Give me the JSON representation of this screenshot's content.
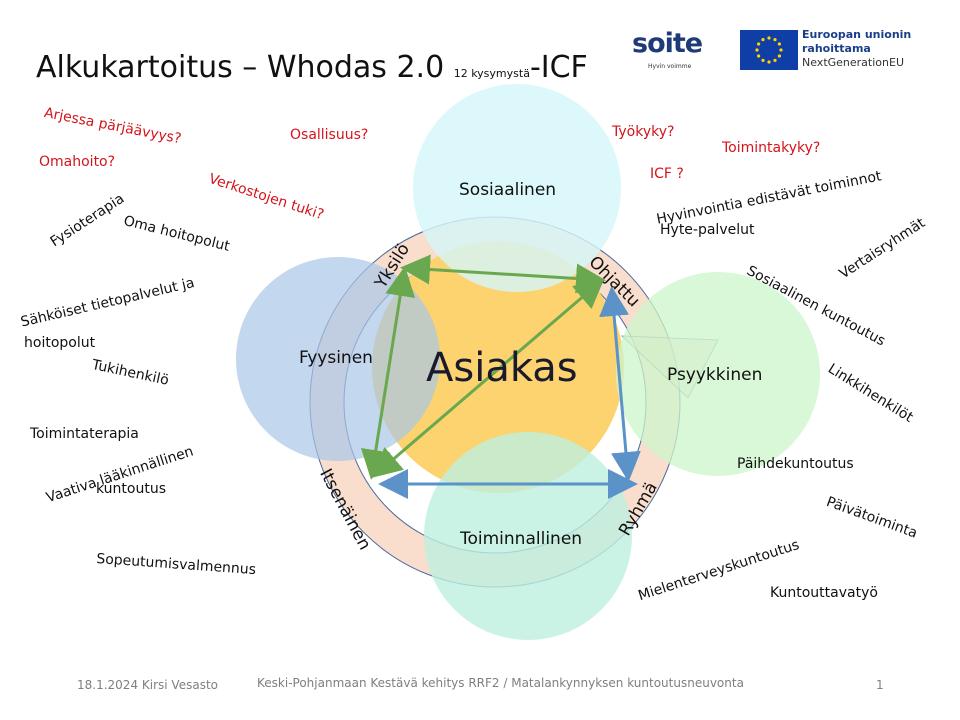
{
  "title": {
    "main": "Alkukartoitus – Whodas 2.0",
    "small": "12 kysymystä",
    "suffix": "-ICF"
  },
  "logos": {
    "soite_name": "soite",
    "soite_tagline": "Hyvin voimme",
    "eu_line1": "Euroopan unionin",
    "eu_line2": "rahoittama",
    "eu_line3": "NextGenerationEU",
    "eu_flag_color": "#0f3ea6"
  },
  "diagram": {
    "center": "Asiakas",
    "nodes": {
      "top": "Sosiaalinen",
      "left": "Fyysinen",
      "right": "Psyykkinen",
      "bottom": "Toiminnallinen"
    },
    "ring_labels": [
      "Yksilö",
      "Ohjattu",
      "Itsenäinen",
      "Ryhmä"
    ],
    "colors": {
      "ring": "#f9ddcd",
      "center": "#fcd36f",
      "top": "#d9f7f9",
      "left": "#a9c6e8",
      "right": "#ccf6cb",
      "bottom": "#bdf0e0",
      "green_arrow": "#6aa84f",
      "blue_arrow": "#5b93c9"
    }
  },
  "questions": [
    "Arjessa pärjäävyys?",
    "Omahoito?",
    "Osallisuus?",
    "Verkostojen tuki?",
    "Työkyky?",
    "ICF ?",
    "Toimintakyky?"
  ],
  "services": [
    "Fysioterapia",
    "Oma hoitopolut",
    "Sähköiset tietopalvelut ja",
    "hoitopolut",
    "Tukihenkilö",
    "Toimintaterapia",
    "Vaativa lääkinnällinen",
    "kuntoutus",
    "Sopeutumisvalmennus",
    "Hyvinvointia edistävät toiminnot",
    "Hyte-palvelut",
    "Vertaisryhmät",
    "Sosiaalinen kuntoutus",
    "Linkkihenkilöt",
    "Päihdekuntoutus",
    "Päivätoiminta",
    "Mielenterveyskuntoutus",
    "Kuntouttavatyö"
  ],
  "footer": {
    "date_author": "18.1.2024 Kirsi Vesasto",
    "project": "Keski-Pohjanmaan Kestävä kehitys RRF2 / Matalankynnyksen kuntoutusneuvonta",
    "page": "1"
  }
}
